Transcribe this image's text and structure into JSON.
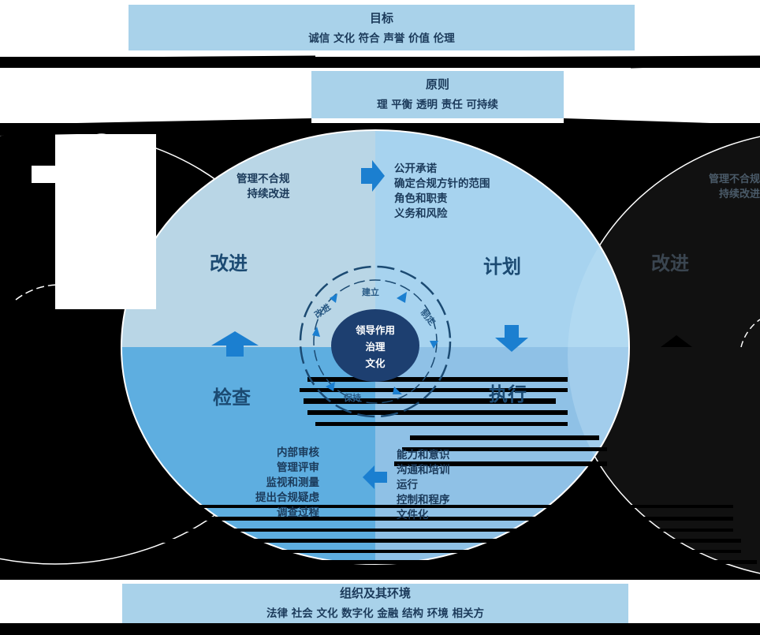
{
  "objectives": {
    "title": "目标",
    "items": "诚信 文化 符合 声誉 价值 伦理"
  },
  "principles": {
    "title": "原则",
    "items": "理 平衡 透明 责任 可持续"
  },
  "cycle": {
    "improve": {
      "title": "改进",
      "items": [
        "管理不合规",
        "持续改进"
      ]
    },
    "plan": {
      "title": "计划",
      "items": [
        "公开承诺",
        "确定合规方针的范围",
        "角色和职责",
        "义务和风险"
      ]
    },
    "check": {
      "title": "检查",
      "items": [
        "内部审核",
        "管理评审",
        "监视和测量",
        "提出合规疑虑",
        "调查过程"
      ]
    },
    "do": {
      "title": "执行",
      "items": [
        "能力和意识",
        "沟通和培训",
        "运行",
        "控制和程序",
        "文件化"
      ]
    },
    "core": [
      "领导作用",
      "治理",
      "文化"
    ],
    "ring": [
      "建立",
      "制定",
      "保持",
      "改进"
    ]
  },
  "right_echo": {
    "title": "改进",
    "items": [
      "管理不合规",
      "持续改进"
    ]
  },
  "environment": {
    "title": "组织及其环境",
    "items": "法律 社会 文化 数字化 金融 结构 环境 相关方"
  },
  "colors": {
    "band": "#a9d2ea",
    "q_improve": "#b9d6e6",
    "q_plan": "#a7d3ef",
    "q_check": "#5eaee0",
    "q_do": "#8fc1e6",
    "core": "#1d3f70",
    "arrow": "#1b7fd0",
    "background": "#000000"
  }
}
